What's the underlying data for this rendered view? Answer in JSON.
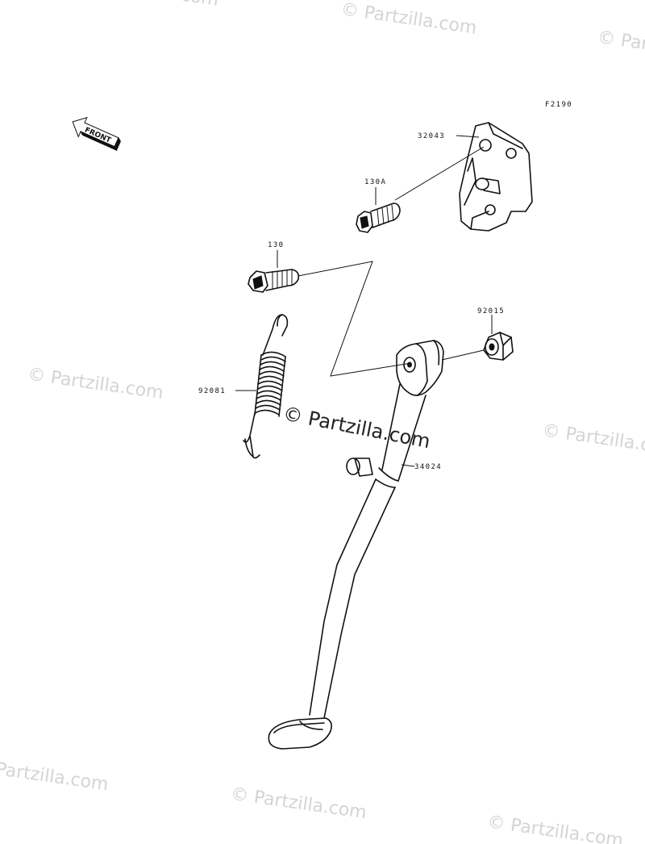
{
  "figure_code": "F2190",
  "front_arrow_label": "FRONT",
  "watermark": "© Partzilla.com",
  "center_watermark": "© Partzilla.com",
  "parts": {
    "bracket": "32043",
    "bolt_a": "130A",
    "bolt": "130",
    "nut": "92015",
    "spring": "92081",
    "stand": "34024"
  }
}
